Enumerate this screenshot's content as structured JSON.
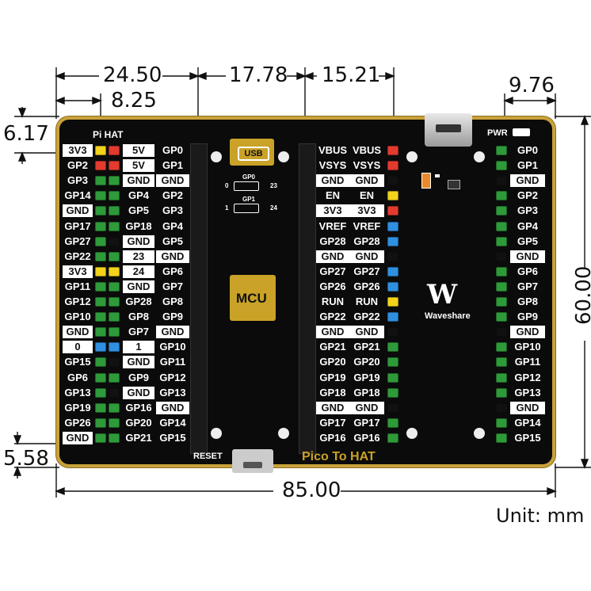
{
  "dimensions": {
    "top_a": "24.50",
    "top_b": "17.78",
    "top_c": "15.21",
    "top_d": "9.76",
    "inner_top": "8.25",
    "left_top": "6.17",
    "left_bottom": "5.58",
    "right": "60.00",
    "bottom": "85.00",
    "unit": "Unit: mm"
  },
  "board": {
    "pi_hat_label": "Pi HAT",
    "pwr_label": "PWR",
    "usb_label": "USB",
    "mcu_label": "MCU",
    "reset_label": "RESET",
    "title": "Pico To HAT",
    "brand": "Waveshare",
    "gp0_label": "GP0",
    "gp0_left": "0",
    "gp0_right": "23",
    "gp1_label": "GP1",
    "gp1_left": "1",
    "gp1_right": "24"
  },
  "pi_hat_rows": [
    {
      "a": "3V3",
      "b": "5V",
      "c": "GP0"
    },
    {
      "a": "GP2",
      "b": "5V",
      "c": "GP1"
    },
    {
      "a": "GP3",
      "b": "GND",
      "c": "GND"
    },
    {
      "a": "GP14",
      "b": "GP4",
      "c": "GP2"
    },
    {
      "a": "GND",
      "b": "GP5",
      "c": "GP3"
    },
    {
      "a": "GP17",
      "b": "GP18",
      "c": "GP4"
    },
    {
      "a": "GP27",
      "b": "GND",
      "c": "GP5"
    },
    {
      "a": "GP22",
      "b": "23",
      "c": "GND"
    },
    {
      "a": "3V3",
      "b": "24",
      "c": "GP6"
    },
    {
      "a": "GP11",
      "b": "GND",
      "c": "GP7"
    },
    {
      "a": "GP12",
      "b": "GP28",
      "c": "GP8"
    },
    {
      "a": "GP10",
      "b": "GP8",
      "c": "GP9"
    },
    {
      "a": "GND",
      "b": "GP7",
      "c": "GND"
    },
    {
      "a": "0",
      "b": "1",
      "c": "GP10"
    },
    {
      "a": "GP15",
      "b": "GND",
      "c": "GP11"
    },
    {
      "a": "GP6",
      "b": "GP9",
      "c": "GP12"
    },
    {
      "a": "GP13",
      "b": "GND",
      "c": "GP13"
    },
    {
      "a": "GP19",
      "b": "GP16",
      "c": "GND"
    },
    {
      "a": "GP26",
      "b": "GP20",
      "c": "GP14"
    },
    {
      "a": "GND",
      "b": "GP21",
      "c": "GP15"
    }
  ],
  "pico_rows": [
    {
      "a": "VBUS",
      "b": "VBUS"
    },
    {
      "a": "VSYS",
      "b": "VSYS"
    },
    {
      "a": "GND",
      "b": "GND"
    },
    {
      "a": "EN",
      "b": "EN"
    },
    {
      "a": "3V3",
      "b": "3V3"
    },
    {
      "a": "VREF",
      "b": "VREF"
    },
    {
      "a": "GP28",
      "b": "GP28"
    },
    {
      "a": "GND",
      "b": "GND"
    },
    {
      "a": "GP27",
      "b": "GP27"
    },
    {
      "a": "GP26",
      "b": "GP26"
    },
    {
      "a": "RUN",
      "b": "RUN"
    },
    {
      "a": "GP22",
      "b": "GP22"
    },
    {
      "a": "GND",
      "b": "GND"
    },
    {
      "a": "GP21",
      "b": "GP21"
    },
    {
      "a": "GP20",
      "b": "GP20"
    },
    {
      "a": "GP19",
      "b": "GP19"
    },
    {
      "a": "GP18",
      "b": "GP18"
    },
    {
      "a": "GND",
      "b": "GND"
    },
    {
      "a": "GP17",
      "b": "GP17"
    },
    {
      "a": "GP16",
      "b": "GP16"
    }
  ],
  "right_rows": [
    "GP0",
    "GP1",
    "GND",
    "GP2",
    "GP3",
    "GP4",
    "GP5",
    "GND",
    "GP6",
    "GP7",
    "GP8",
    "GP9",
    "GND",
    "GP10",
    "GP11",
    "GP12",
    "GP13",
    "GND",
    "GP14",
    "GP15"
  ],
  "colors": {
    "green": "#2e9a3a",
    "red": "#e23b2e",
    "yellow": "#f2d21b",
    "blue": "#2f8fe0",
    "black_jumper": "#111111",
    "gold": "#c9a227"
  },
  "pi_jumper_colors": [
    "yellow",
    "red",
    "green",
    "green",
    "green",
    "green",
    "green",
    "green",
    "yellow",
    "green",
    "green",
    "green",
    "green",
    "blue",
    "green",
    "green",
    "green",
    "green",
    "green",
    "green"
  ],
  "pi_jumper_colors_b": [
    "red",
    "red",
    "green",
    "green",
    "green",
    "green",
    "black",
    "green",
    "yellow",
    "green",
    "green",
    "green",
    "green",
    "blue",
    "black",
    "green",
    "black",
    "green",
    "green",
    "green"
  ],
  "pico_jumper_colors": [
    "red",
    "red",
    "black",
    "yellow",
    "red",
    "blue",
    "blue",
    "black",
    "blue",
    "blue",
    "yellow",
    "blue",
    "black",
    "green",
    "green",
    "green",
    "green",
    "black",
    "green",
    "green"
  ],
  "right_jumper_colors": [
    "green",
    "green",
    "black",
    "green",
    "green",
    "green",
    "green",
    "black",
    "green",
    "green",
    "green",
    "green",
    "black",
    "green",
    "green",
    "green",
    "green",
    "black",
    "green",
    "green"
  ]
}
